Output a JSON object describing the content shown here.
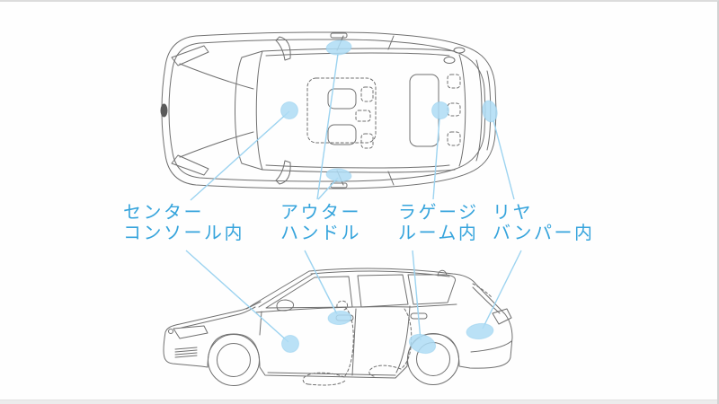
{
  "diagram": {
    "labels": {
      "center_console": "センター\nコンソール内",
      "outer_handle": "アウター\nハンドル",
      "luggage_room": "ラゲージ\nルーム内",
      "rear_bumper": "リヤ\nバンパー内"
    },
    "markers": {
      "top_view": [
        "center-console-marker",
        "outer-handle-marker-top",
        "outer-handle-marker-bottom",
        "luggage-room-marker",
        "rear-bumper-marker"
      ],
      "side_view": [
        "center-console-marker",
        "outer-handle-marker",
        "luggage-room-marker",
        "rear-bumper-marker"
      ]
    },
    "colors": {
      "label_text": "#36a4dc",
      "leader_line": "#9cd3f0",
      "marker_fill": "#aedcf4",
      "car_line_art": "#707070",
      "background": "#fefefe",
      "bottom_bar": "#ececec"
    }
  }
}
